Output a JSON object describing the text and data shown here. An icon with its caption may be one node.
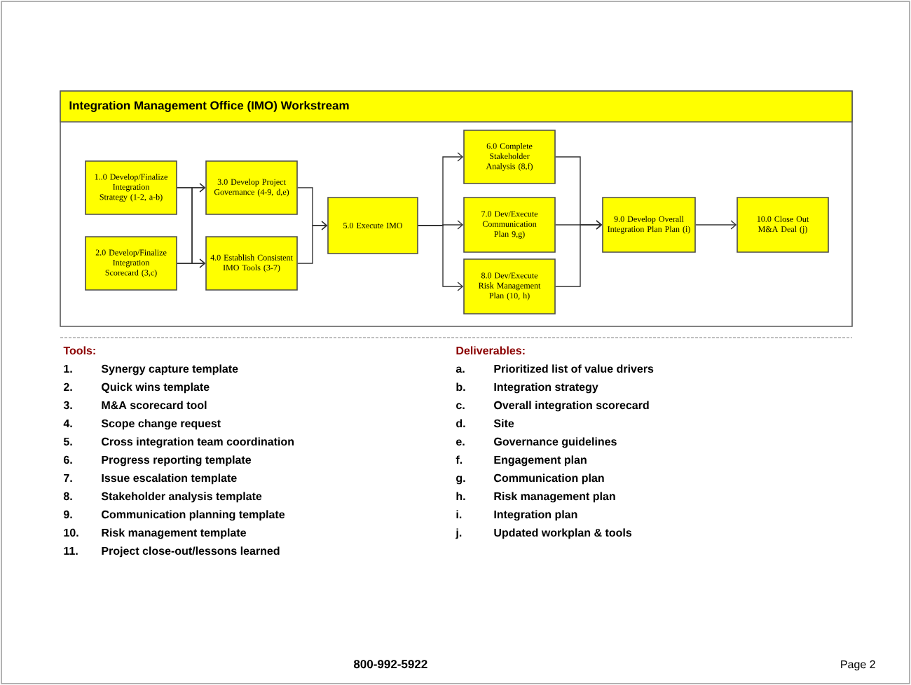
{
  "diagram": {
    "nodes": [
      {
        "text": [
          "Integration Management Office (IMO) Workstream"
        ]
      },
      {
        "text": [
          "1..0 Develop/Finalize Integration Strategy (1-2, a-b)"
        ],
        "in": 0
      },
      {
        "text": [
          "2.0 Develop/Finalize Integration Scorecard (3,c)"
        ],
        "in": 0
      },
      {
        "text": [
          "3.0 Develop Project Governance (4-9, d,e)"
        ],
        "in": 0
      },
      {
        "text": [
          "4.0 Establish Consistent IMO Tools (3-7)"
        ],
        "in": 0
      },
      {
        "text": [
          "5.0 Execute IMO"
        ],
        "in": 0
      },
      {
        "text": [
          "6.0 Complete Stakeholder Analysis (8,f)"
        ],
        "in": 0
      },
      {
        "text": [
          "7.0 Dev/Execute Communication Plan 9,g)"
        ],
        "in": 0
      },
      {
        "text": [
          "8.0 Dev/Execute Risk Management Plan (10, h)"
        ],
        "in": 0
      },
      {
        "text": [
          "9.0 Develop Overall Integration Plan Plan (i)"
        ],
        "in": 0
      },
      {
        "text": [
          "10.0 Close Out M&A Deal (j)"
        ],
        "in": 0
      }
    ],
    "edges": [
      {
        "from": 1,
        "to": 3,
        "arrow": "to"
      },
      {
        "from": 1,
        "to": 4,
        "arrow": "to"
      },
      {
        "from": 2,
        "to": 3,
        "arrow": "to"
      },
      {
        "from": 2,
        "to": 4,
        "arrow": "to"
      },
      {
        "from": 3,
        "to": 5,
        "arrow": "to"
      },
      {
        "from": 4,
        "to": 5,
        "arrow": "to"
      },
      {
        "from": 5,
        "to": 6,
        "arrow": "to"
      },
      {
        "from": 5,
        "to": 7,
        "arrow": "to"
      },
      {
        "from": 5,
        "to": 8,
        "arrow": "to"
      },
      {
        "from": 6,
        "to": 9,
        "arrow": "to"
      },
      {
        "from": 7,
        "to": 9,
        "arrow": "to"
      },
      {
        "from": 8,
        "to": 9,
        "arrow": "to"
      },
      {
        "from": 9,
        "to": 10,
        "arrow": "to"
      }
    ],
    "labels": [
      "Tools:",
      "1.",
      "Synergy capture template",
      "2.",
      "Quick wins template",
      "3.",
      "M&A scorecard tool",
      "4.",
      "Scope change request",
      "5.",
      "Cross integration team coordination",
      "6.",
      "Progress reporting template",
      "7.",
      "Issue escalation template",
      "8.",
      "Stakeholder analysis template",
      "9.",
      "Communication planning template",
      "10.",
      "Risk management template",
      "11.",
      "Project close-out/lessons learned",
      "Deliverables:",
      "a.",
      "Prioritized list of value drivers",
      "b.",
      "Integration strategy",
      "c.",
      "Overall integration scorecard",
      "d.",
      "Site",
      "e.",
      "Governance guidelines",
      "f.",
      "Engagement plan",
      "g.",
      "Communication plan",
      "h.",
      "Risk management plan",
      "i.",
      "Integration plan",
      "j.",
      "Updated workplan & tools",
      "800-992-5922",
      "Page 2"
    ]
  }
}
